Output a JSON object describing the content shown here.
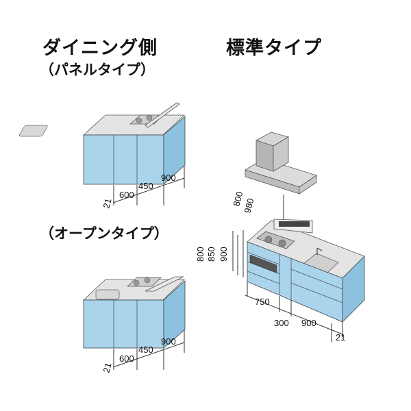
{
  "titles": {
    "dining_side": "ダイニング側",
    "panel_type": "（パネルタイプ）",
    "open_type": "（オープンタイプ）",
    "standard_type": "標準タイプ"
  },
  "dims": {
    "panel": [
      "21",
      "600",
      "450",
      "900"
    ],
    "open": [
      "21",
      "600",
      "450",
      "900"
    ],
    "hood": [
      "800",
      "980"
    ],
    "height": [
      "800",
      "850",
      "900"
    ],
    "standard_bottom": [
      "750",
      "300",
      "900",
      "21"
    ]
  },
  "colors": {
    "cabinet_blue": "#a9d4ec",
    "cabinet_side": "#8cc2e0",
    "countertop": "#e4e4e4",
    "hood": "#cfcfcf",
    "outline": "#333333"
  }
}
